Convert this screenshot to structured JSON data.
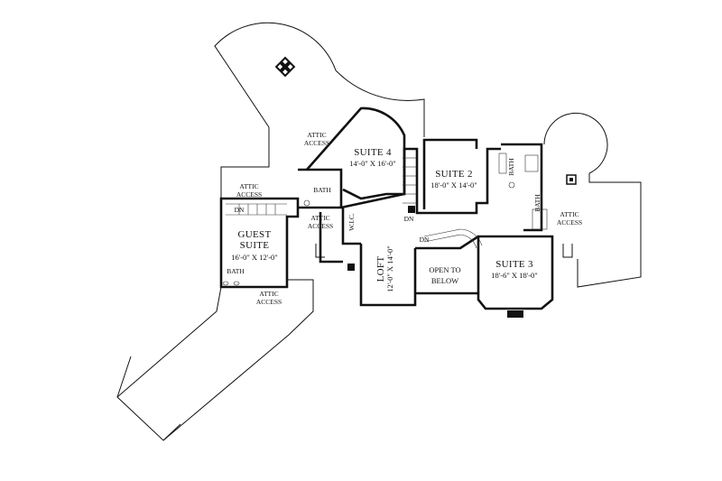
{
  "rooms": {
    "suite4": {
      "name": "SUITE 4",
      "dim": "14'-0\" X 16'-0\""
    },
    "suite2": {
      "name": "SUITE 2",
      "dim": "18'-0\" X 14'-0\""
    },
    "suite3": {
      "name": "SUITE 3",
      "dim": "18'-6\" X 18'-0\""
    },
    "guest": {
      "name1": "GUEST",
      "name2": "SUITE",
      "dim": "16'-0\" X 12'-0\""
    },
    "loft": {
      "name": "LOFT",
      "dim": "12'-0\" X 14'-0\""
    },
    "open": {
      "line1": "OPEN TO",
      "line2": "BELOW"
    },
    "wic": {
      "name": "W.I.C."
    }
  },
  "baths": [
    "BATH",
    "BATH",
    "BATH",
    "BATH"
  ],
  "attic": [
    {
      "l1": "ATTIC",
      "l2": "ACCESS"
    },
    {
      "l1": "ATTIC",
      "l2": "ACCESS"
    },
    {
      "l1": "ATTIC",
      "l2": "ACCESS"
    },
    {
      "l1": "ATTIC",
      "l2": "ACCESS"
    },
    {
      "l1": "ATTIC",
      "l2": "ACCESS"
    }
  ],
  "stairs": [
    "DN",
    "DN",
    "DN"
  ]
}
